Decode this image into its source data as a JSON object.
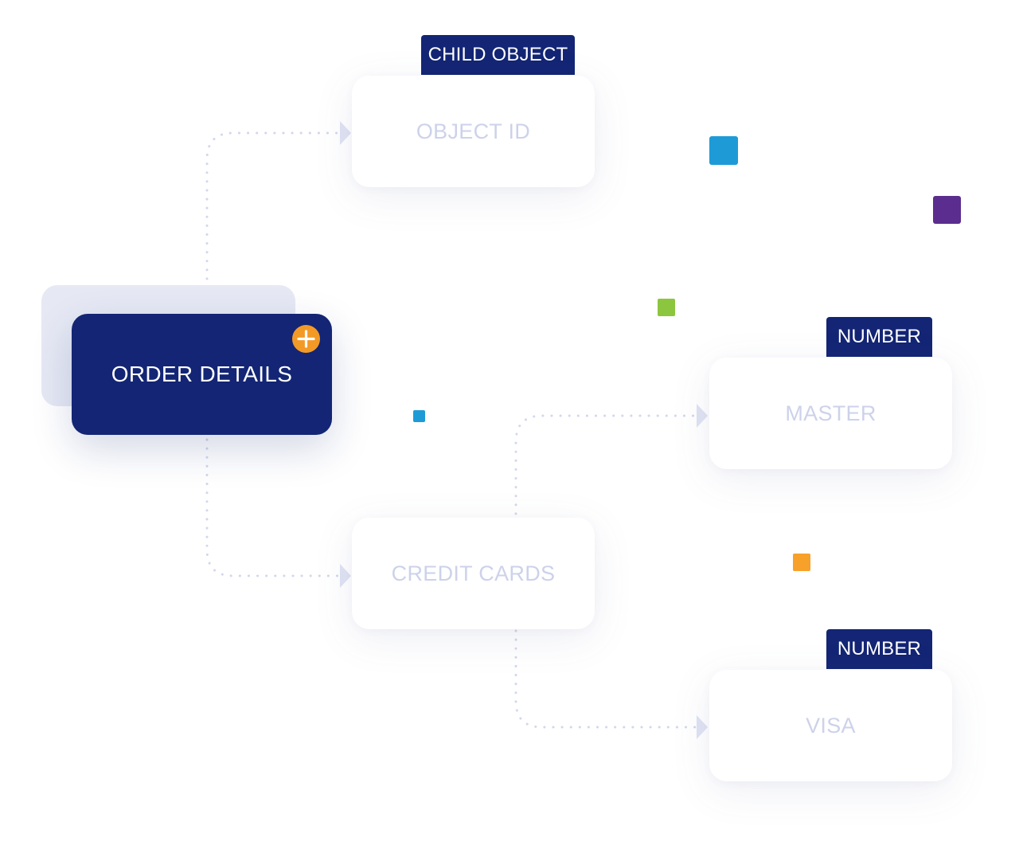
{
  "main_node": {
    "label": "ORDER DETAILS"
  },
  "nodes": {
    "object_id": {
      "label": "OBJECT ID",
      "tag": "CHILD OBJECT"
    },
    "credit_cards": {
      "label": "CREDIT CARDS"
    },
    "master": {
      "label": "MASTER",
      "tag": "NUMBER"
    },
    "visa": {
      "label": "VISA",
      "tag": "NUMBER"
    }
  },
  "icons": {
    "add": "plus-icon"
  },
  "colors": {
    "navy": "#132574",
    "accent_orange": "#f39a26",
    "square_blue": "#1e9bd7",
    "square_purple": "#5b2d8e",
    "square_green": "#8cc63f",
    "square_orange": "#f7a12b",
    "muted_text": "#cdd2ea",
    "connector": "#d3d7ec"
  }
}
